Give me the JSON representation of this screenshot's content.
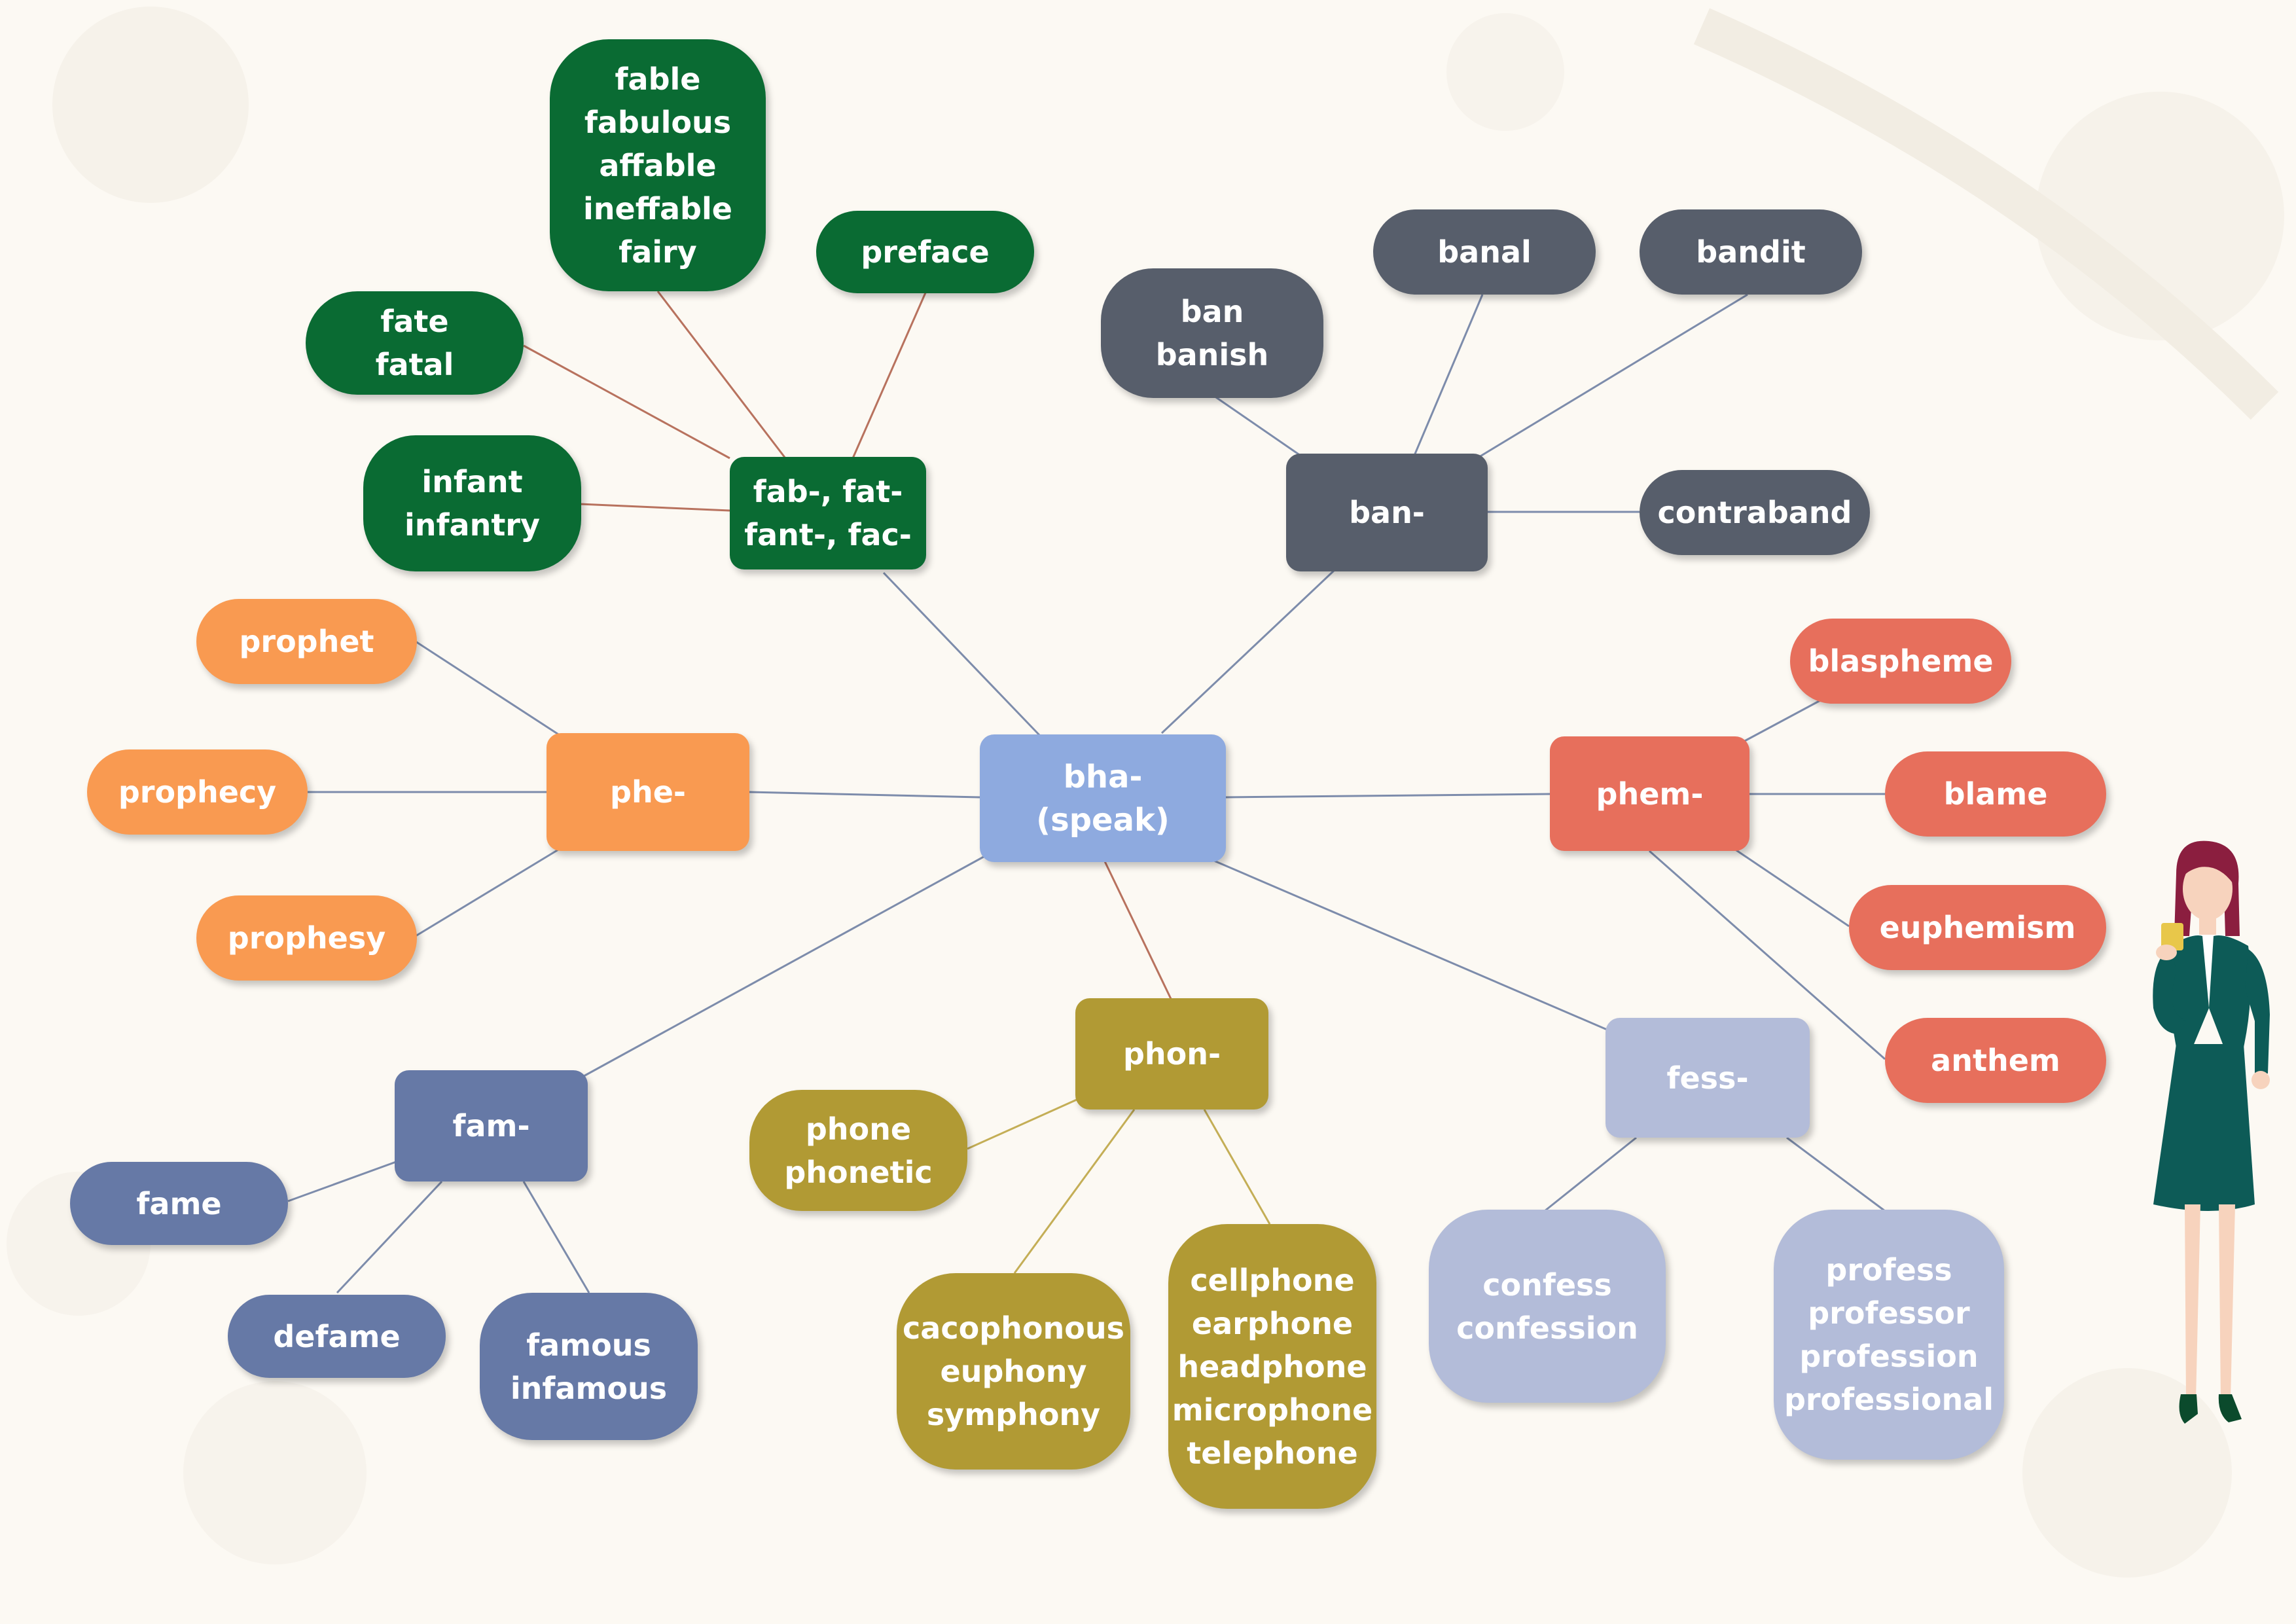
{
  "colors": {
    "background": "#fcf9f3",
    "center": "#8eaadf",
    "fab": "#0a6b33",
    "ban": "#575e6b",
    "phe": "#f99a51",
    "phem": "#e76f5c",
    "fam": "#6679a6",
    "phon": "#b19a34",
    "fess": "#b3bcd9"
  },
  "center": {
    "label": "bha-\n(speak)"
  },
  "branches": {
    "fab": {
      "label": "fab-, fat-\nfant-, fac-",
      "leaves": [
        "fable\nfabulous\naffable\nineffable\nfairy",
        "preface",
        "fate\nfatal",
        "infant\ninfantry"
      ]
    },
    "ban": {
      "label": "ban-",
      "leaves": [
        "ban\nbanish",
        "banal",
        "bandit",
        "contraband"
      ]
    },
    "phe": {
      "label": "phe-",
      "leaves": [
        "prophet",
        "prophecy",
        "prophesy"
      ]
    },
    "phem": {
      "label": "phem-",
      "leaves": [
        "blaspheme",
        "blame",
        "euphemism",
        "anthem"
      ]
    },
    "fam": {
      "label": "fam-",
      "leaves": [
        "fame",
        "defame",
        "famous\ninfamous"
      ]
    },
    "phon": {
      "label": "phon-",
      "leaves": [
        "phone\nphonetic",
        "cacophonous\neuphony\nsymphony",
        "cellphone\nearphone\nheadphone\nmicrophone\ntelephone"
      ]
    },
    "fess": {
      "label": "fess-",
      "leaves": [
        "confess\nconfession",
        "profess\nprofessor\nprofession\nprofessional"
      ]
    }
  },
  "illustration": {
    "icon": "businesswoman-holding-cup-icon"
  }
}
